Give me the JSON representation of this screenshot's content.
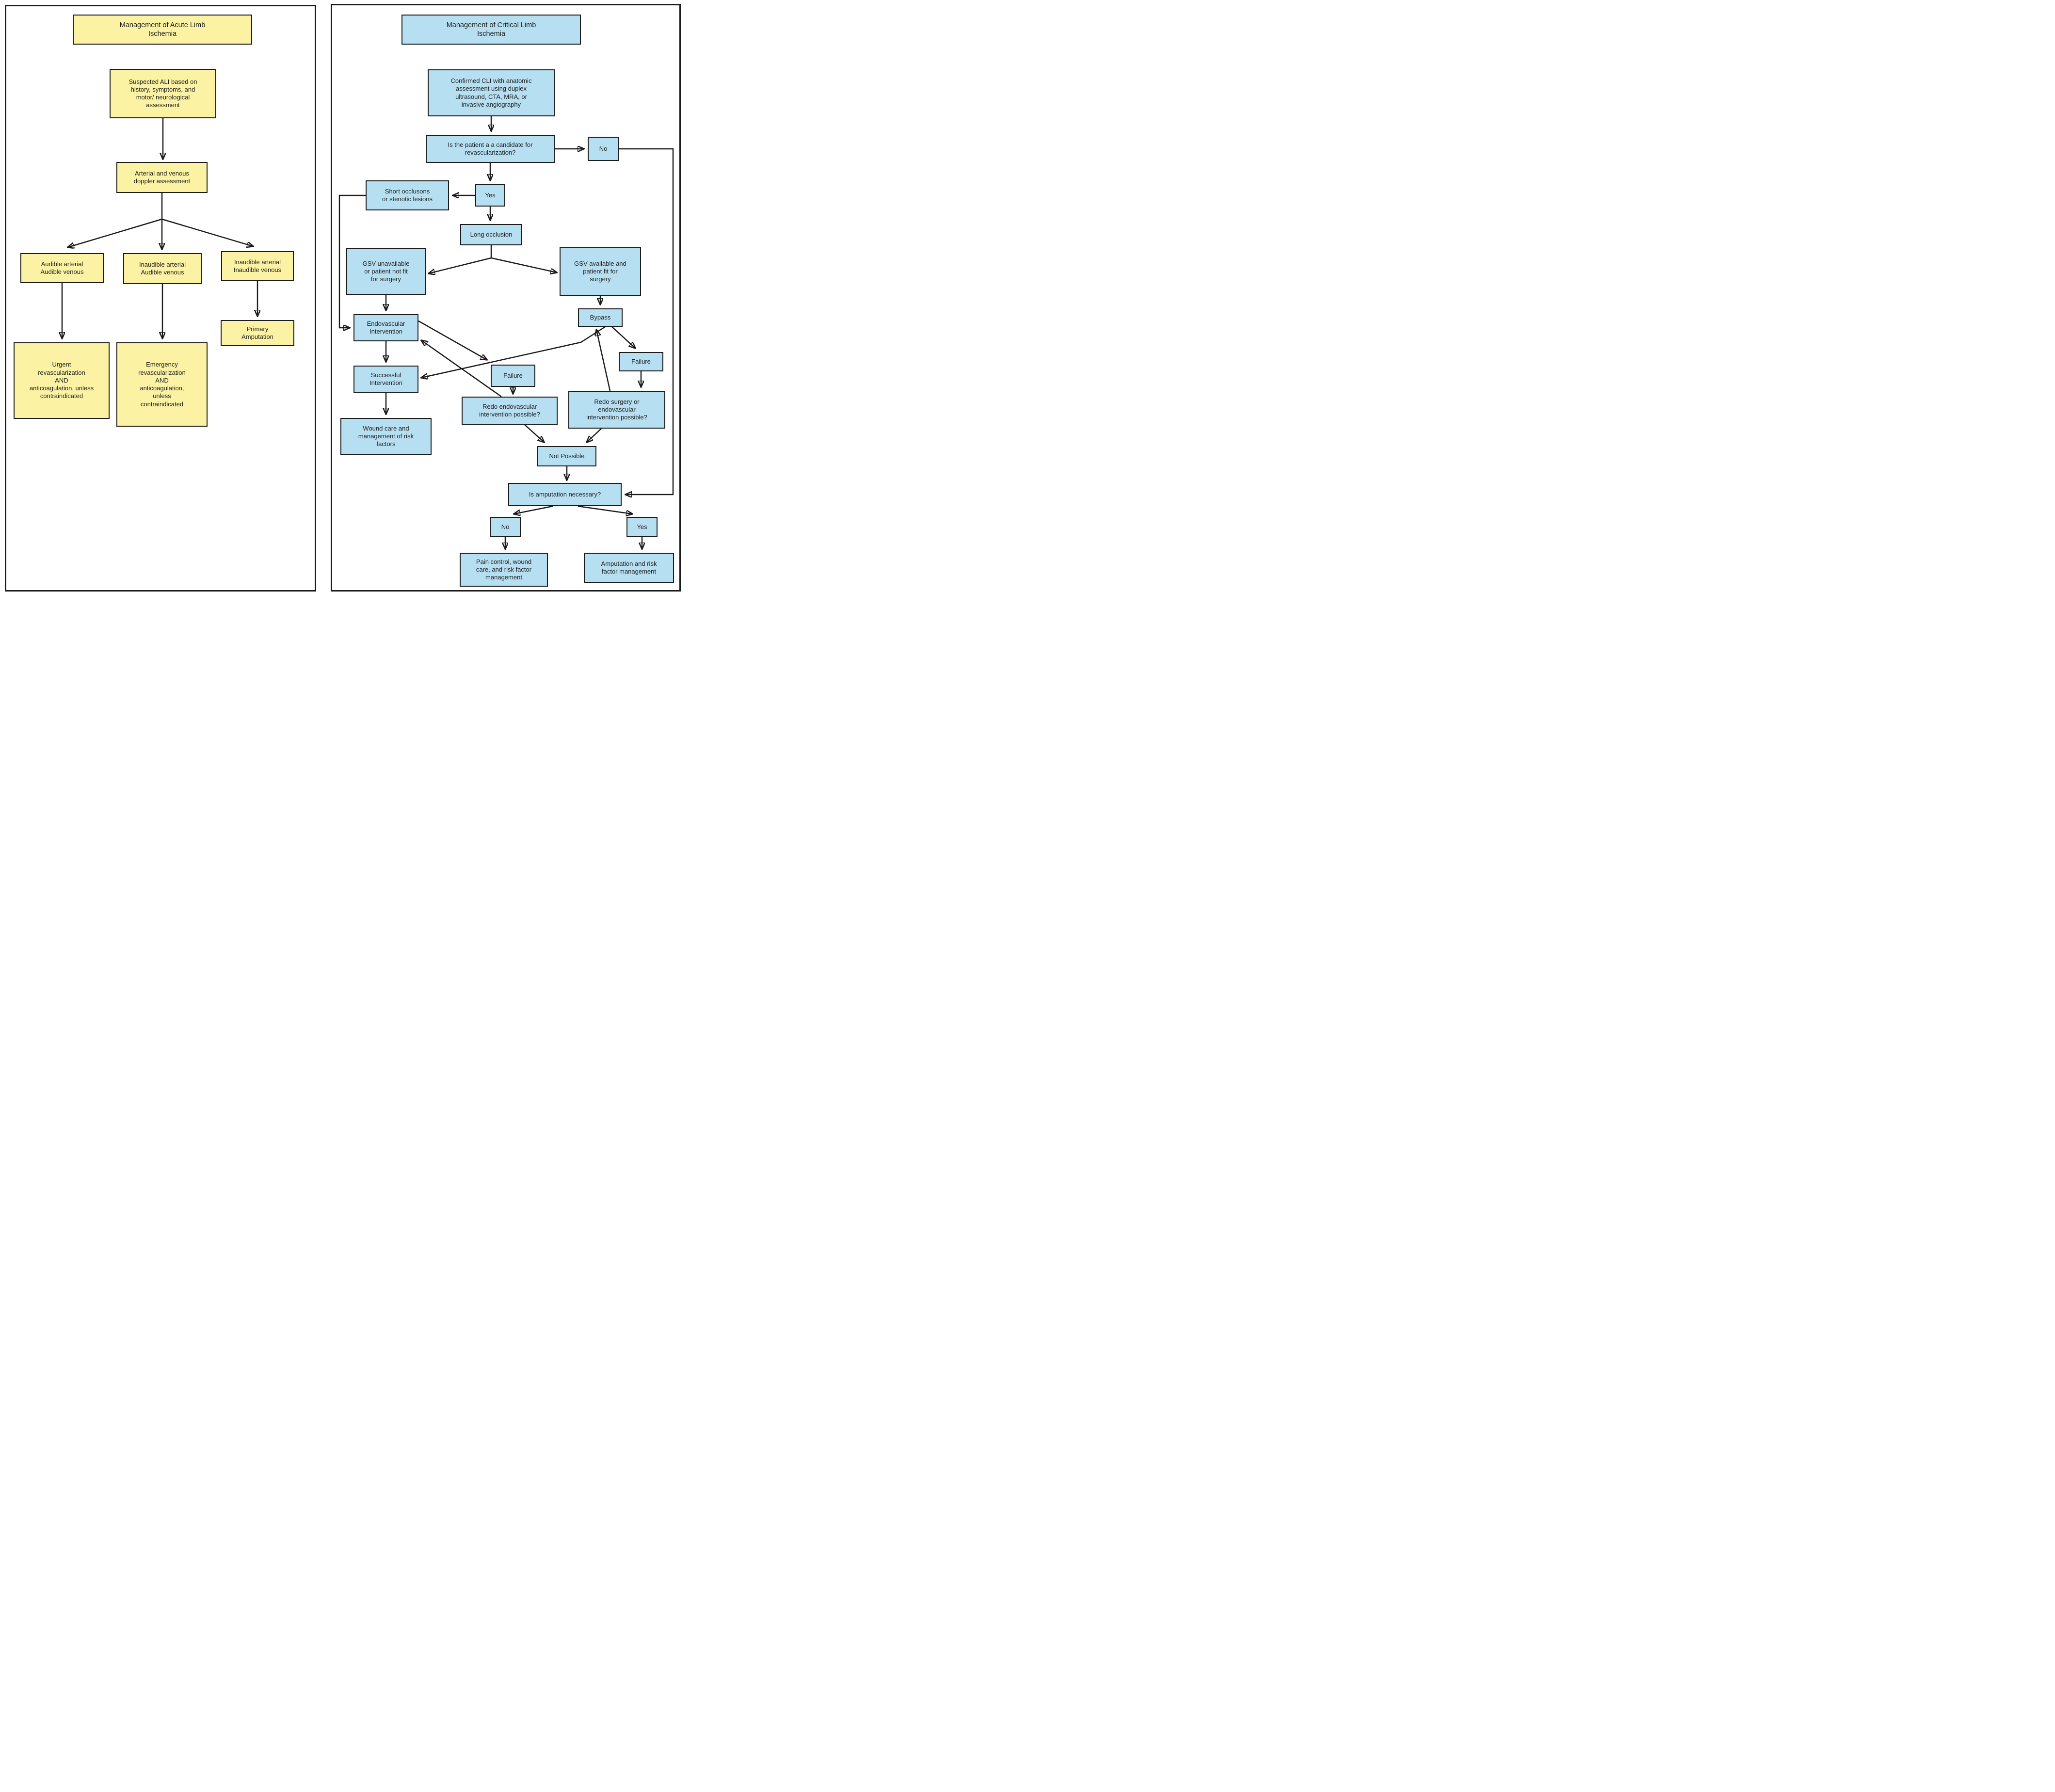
{
  "colors": {
    "yellow_fill": "#FBF2A4",
    "blue_fill": "#B7DFF2",
    "line": "#1b1b1b"
  },
  "left_panel": {
    "title": "Management of Acute Limb\nIschemia",
    "nodes": {
      "suspected": "Suspected ALI based on\nhistory, symptoms, and\nmotor/ neurological\nassessment",
      "doppler": "Arterial and venous\ndoppler assessment",
      "audible_audible": "Audible arterial\nAudible venous",
      "inaudible_audible": "Inaudible arterial\nAudible venous",
      "inaudible_inaudible": "Inaudible arterial\nInaudible venous",
      "urgent_revasc": "Urgent\nrevascularization\nAND\nanticoagulation, unless\ncontraindicated",
      "emergency_revasc": "Emergency\nrevascularization\nAND\nanticoagulation,\nunless\ncontraindicated",
      "primary_amputation": "Primary\nAmputation"
    }
  },
  "right_panel": {
    "title": "Management of Critical Limb\nIschemia",
    "nodes": {
      "confirmed_cli": "Confirmed CLI with anatomic\nassessment using duplex\nultrasound, CTA, MRA, or\ninvasive angiography",
      "candidate_q": "Is the patient a a candidate for\nrevascularization?",
      "no1": "No",
      "yes1": "Yes",
      "short_occlusions": "Short occlusons\nor stenotic lesions",
      "long_occlusion": "Long occlusion",
      "gsv_unavailable": "GSV unavailable\nor patient not fit\nfor surgery",
      "gsv_available": "GSV available and\npatient fit for\nsurgery",
      "endovascular": "Endovascular\nIntervention",
      "bypass": "Bypass",
      "failure_endo": "Failure",
      "failure_bypass": "Failure",
      "successful": "Successful\nIntervention",
      "wound_care": "Wound care and\nmanagement of risk\nfactors",
      "redo_endo_q": "Redo endovascular\nintervention possible?",
      "redo_surgery_q": "Redo surgery or\nendovascular\nintervention possible?",
      "not_possible": "Not Possible",
      "amputation_q": "Is amputation necessary?",
      "no2": "No",
      "yes2": "Yes",
      "pain_control": "Pain control, wound\ncare, and risk factor\nmanagement",
      "amputation_mgmt": "Amputation and risk\nfactor management"
    }
  }
}
